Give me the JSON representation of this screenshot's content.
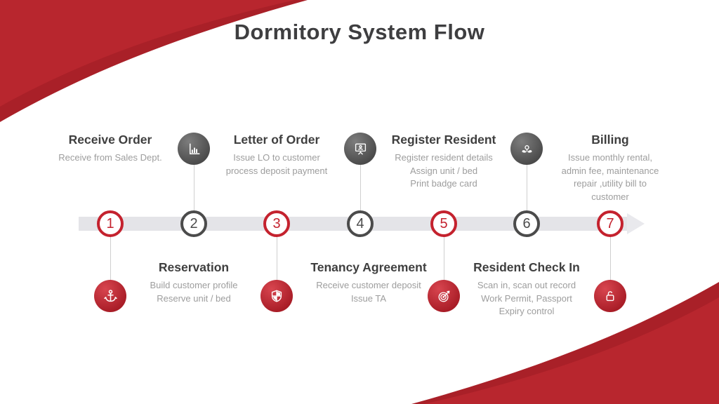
{
  "slide": {
    "title": "Dormitory System Flow"
  },
  "colors": {
    "accent_red": "#c4222e",
    "icon_red_gradient": [
      "#d8454f",
      "#a81c26"
    ],
    "dark_gray": "#4b4b4b",
    "band_gray": "#e4e4e8",
    "title_dark": "#3f3f3f",
    "subtitle_gray": "#9d9d9d",
    "corner_swoosh_red": "#a92028",
    "corner_swoosh_red_light": "#b8262e"
  },
  "timeline": {
    "direction": "left-to-right",
    "arrow": "right"
  },
  "steps": [
    {
      "number": "1",
      "accent": "red",
      "icon": "anchor-icon",
      "icon_side": "bottom",
      "text_side": "top",
      "title": "Receive Order",
      "lines": [
        "Receive from Sales Dept."
      ]
    },
    {
      "number": "2",
      "accent": "dark",
      "icon": "bar-chart-icon",
      "icon_side": "top",
      "text_side": "bottom",
      "title": "Reservation",
      "lines": [
        "Build customer profile",
        "Reserve unit / bed"
      ]
    },
    {
      "number": "3",
      "accent": "red",
      "icon": "shield-icon",
      "icon_side": "bottom",
      "text_side": "top",
      "title": "Letter of Order",
      "lines": [
        "Issue LO to customer",
        "process deposit payment"
      ]
    },
    {
      "number": "4",
      "accent": "dark",
      "icon": "presentation-icon",
      "icon_side": "top",
      "text_side": "bottom",
      "title": "Tenancy Agreement",
      "lines": [
        "Receive customer deposit",
        "Issue TA"
      ]
    },
    {
      "number": "5",
      "accent": "red",
      "icon": "target-icon",
      "icon_side": "bottom",
      "text_side": "top",
      "title": "Register Resident",
      "lines": [
        "Register resident details",
        "Assign unit / bed",
        "Print badge card"
      ]
    },
    {
      "number": "6",
      "accent": "dark",
      "icon": "eco-hands-icon",
      "icon_side": "top",
      "text_side": "bottom",
      "title": "Resident Check In",
      "lines": [
        "Scan in, scan out record",
        "Work Permit, Passport",
        "Expiry control"
      ]
    },
    {
      "number": "7",
      "accent": "red",
      "icon": "lock-icon",
      "icon_side": "bottom",
      "text_side": "top",
      "title": "Billing",
      "lines": [
        "Issue monthly rental,",
        "admin fee, maintenance",
        "repair ,utility bill to",
        "customer"
      ]
    }
  ]
}
